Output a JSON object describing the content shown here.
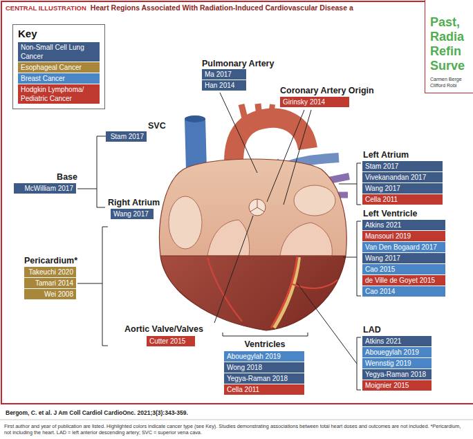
{
  "diagram": {
    "title": "CENTRAL ILLUSTRATION",
    "caption": "First author and year of publication are listed. Highlighted colors indicate cancer type (see Key). Studies demonstrating associations between total heart doses and outcomes are not included. *Pericardium, not including the heart. LAD = left anterior descending artery; SVC = superior vena cava.",
    "nodes": [
      {
        "text": [
          "Key"
        ]
      },
      {
        "text": [
          "Past, Radia Refin Surve",
          "Carmen Berge Clifford Robi"
        ]
      },
      {
        "text": [
          "Ma 2017"
        ]
      },
      {
        "text": [
          "Han 2014"
        ]
      },
      {
        "text": [
          "Girinsky 2014"
        ]
      },
      {
        "text": [
          "Stam 2017"
        ]
      },
      {
        "text": [
          "Stam 2017"
        ]
      },
      {
        "text": [
          "Vivekanandan 2017"
        ]
      },
      {
        "text": [
          "Wang 2017"
        ]
      },
      {
        "text": [
          "Cella 2011"
        ]
      },
      {
        "text": [
          "McWilliam 2017"
        ]
      },
      {
        "text": [
          "Wang 2017"
        ]
      },
      {
        "text": [
          "Atkins 2021"
        ]
      },
      {
        "text": [
          "Mansouri 2019"
        ]
      },
      {
        "text": [
          "Van Den Bogaard 2017"
        ]
      },
      {
        "text": [
          "Wang 2017"
        ]
      },
      {
        "text": [
          "Cao 2015"
        ]
      },
      {
        "text": [
          "de Ville de Goyet 2015"
        ]
      },
      {
        "text": [
          "Cao 2014"
        ]
      },
      {
        "text": [
          "Takeuchi 2020"
        ]
      },
      {
        "text": [
          "Tamari 2014"
        ]
      },
      {
        "text": [
          "Wei 2008"
        ]
      },
      {
        "text": [
          "Cutter 2015"
        ]
      },
      {
        "text": [
          "Abouegylah 2019"
        ]
      },
      {
        "text": [
          "Wong 2018"
        ]
      },
      {
        "text": [
          "Yegya-Raman 2018"
        ]
      },
      {
        "text": [
          "Cella 2011"
        ]
      },
      {
        "text": [
          "Atkins 2021"
        ]
      },
      {
        "text": [
          "Abouegylah 2019"
        ]
      },
      {
        "text": [
          "Wennstig 2019"
        ]
      },
      {
        "text": [
          "Yegya-Raman 2018"
        ]
      },
      {
        "text": [
          "Moignier 2015"
        ]
      }
    ],
    "labels": [
      "Heart Regions Associated With Radiation-Induced Cardiovascular Disease a",
      "Pulmonary Artery",
      "Coronary Artery Origin",
      "SVC",
      "Left Atrium",
      "Base",
      "Right Atrium",
      "Left Ventricle",
      "Pericardium*",
      "Aortic Valve/Valves",
      "Ventricles",
      "LAD",
      "Bergom, C. et al. J Am Coll Cardiol CardioOnc. 2021;3(3):343-359."
    ],
    "legend": [
      {
        "text": "Non-Small Cell Lung Cancer",
        "color": "#3e5a86"
      },
      {
        "text": "Esophageal Cancer",
        "color": "#a8873a"
      },
      {
        "text": "Breast Cancer",
        "color": "#4a86c6"
      },
      {
        "text": "Hodgkin Lymphoma/ Pediatric Cancer",
        "color": "#c0392f"
      }
    ]
  }
}
